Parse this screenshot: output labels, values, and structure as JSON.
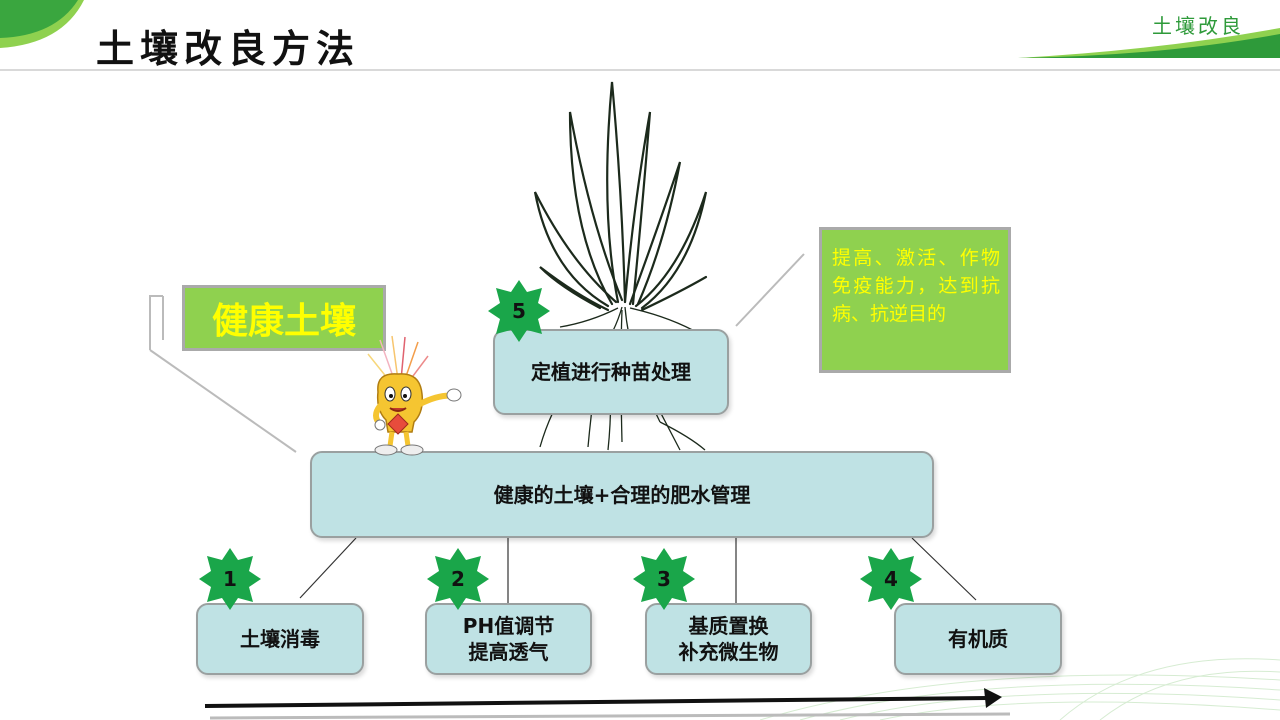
{
  "header": {
    "title": "土壤改良方法",
    "tag": "土壤改良"
  },
  "diagram": {
    "healthy_label": "健康土壤",
    "note": "提高、激活、作物免疫能力，达到抗病、抗逆目的",
    "step5": {
      "num": "5",
      "label": "定植进行种苗处理"
    },
    "center": "健康的土壤+合理的肥水管理",
    "steps": [
      {
        "num": "1",
        "lines": [
          "土壤消毒"
        ]
      },
      {
        "num": "2",
        "lines": [
          "PH值调节",
          "提高透气"
        ]
      },
      {
        "num": "3",
        "lines": [
          "基质置换",
          "补充微生物"
        ]
      },
      {
        "num": "4",
        "lines": [
          "有机质"
        ]
      }
    ]
  },
  "colors": {
    "accent_green": "#2e9a3a",
    "box_fill": "#bfe2e4",
    "label_fill": "#8fd14f",
    "label_text": "#ffff00",
    "star_fill": "#1aa64a"
  },
  "icons": [
    "plant-illustration",
    "mascot-figure",
    "star-badge",
    "arrow-right"
  ]
}
